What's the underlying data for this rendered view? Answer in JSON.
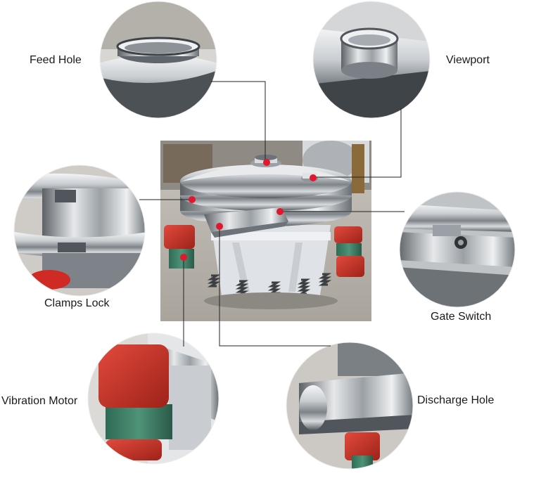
{
  "labels": {
    "feed_hole": "Feed Hole",
    "viewport": "Viewport",
    "clamps_lock": "Clamps Lock",
    "gate_switch": "Gate Switch",
    "vibration_motor": "Vibration Motor",
    "discharge_hole": "Discharge Hole"
  },
  "colors": {
    "marker": "#e0182d",
    "motor_red": "#c8312a",
    "steel": "#b9bec3",
    "leader_line": "#222222"
  },
  "icons": {
    "part_marker": "red-dot-marker"
  }
}
